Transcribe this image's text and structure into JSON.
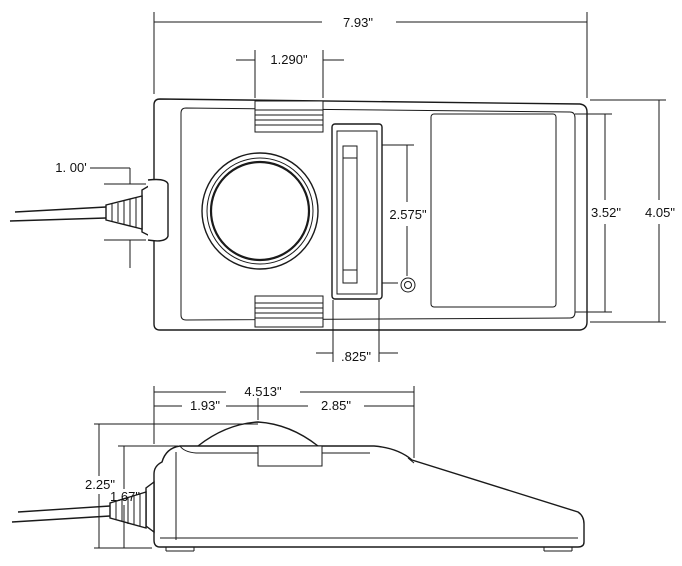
{
  "dimensions": {
    "overall_length": "7.93\"",
    "button_width": "1.290\"",
    "cord_strain_relief": "1. 00'",
    "slot_height": "2.575\"",
    "inner_height": "3.52\"",
    "overall_width": "4.05\"",
    "slot_width": ".825\"",
    "side_length": "4.513\"",
    "ball_front_offset": "1.93\"",
    "ball_rear_offset": "2.85\"",
    "overall_height": "2.25\"",
    "body_height": "1.67\""
  }
}
